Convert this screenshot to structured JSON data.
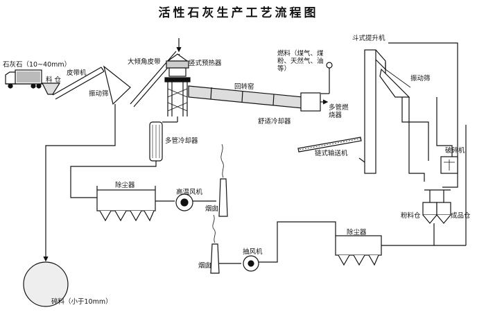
{
  "title": "活性石灰生产工艺流程图",
  "labels": {
    "limestone": "石灰石（10~40mm）",
    "silo": "料  仓",
    "belt": "皮带机",
    "screen1": "振动筛",
    "large_belt": "大倾角皮带",
    "preheater": "竖式预热器",
    "kiln": "回转窑",
    "fuel": "燃料（煤气、煤粉、天然气、油等）",
    "burner": "多管燃烧器",
    "bucket": "斗式提升机",
    "screen2": "振动筛",
    "crusher": "破碎机",
    "cooler": "多管冷却器",
    "comfort_cooler": "舒适冷却器",
    "chain_conveyor": "链式输送机",
    "dust1": "除尘器",
    "fan1": "高温风机",
    "chimney1": "烟囱",
    "fines": "碎料（小于10mm）",
    "chimney2": "烟囱",
    "fan2": "抽风机",
    "dust2": "除尘器",
    "powder_bin": "粉料仓",
    "product_bin": "成品仓"
  }
}
